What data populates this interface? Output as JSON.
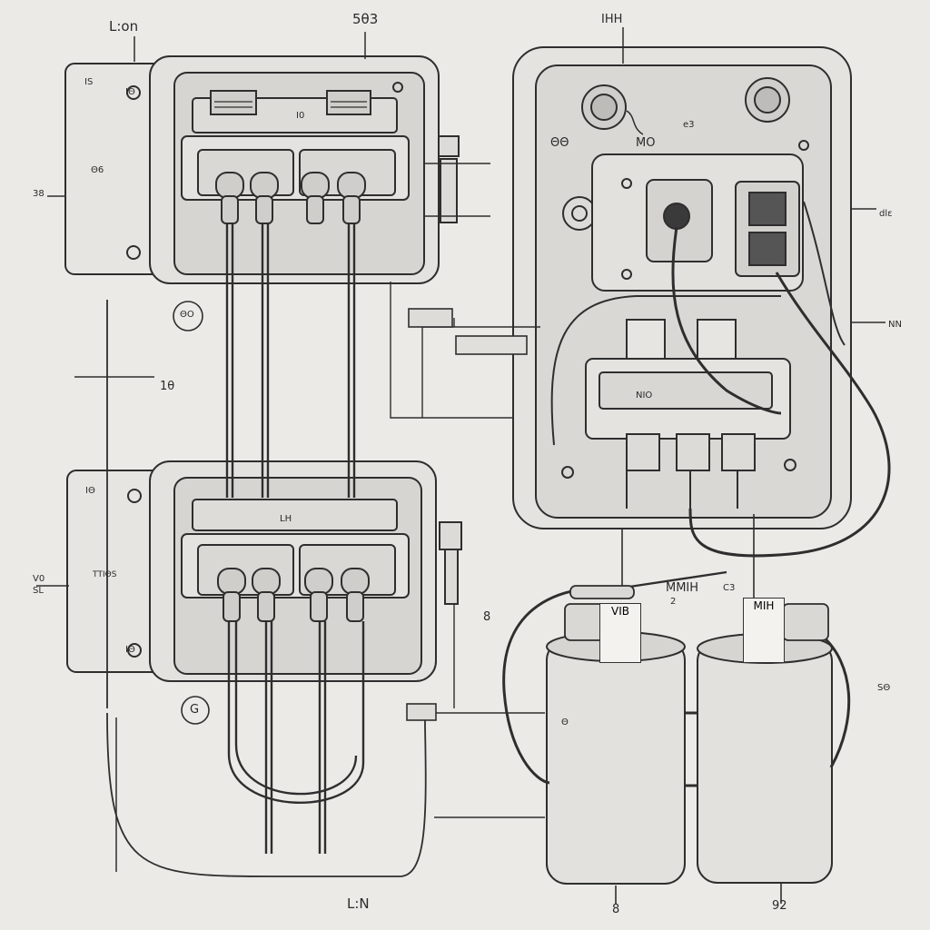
{
  "labels": {
    "top_left": "L:on",
    "top_center": "5θ3",
    "top_right": "ΙΗΗ",
    "bottom_center": "L:N",
    "bottom_cap_left": "8",
    "bottom_cap_right": "92",
    "left_upper": "38",
    "left_lower": "V0",
    "left_lower_2": "SL",
    "circle_upper": "ΘO",
    "circle_lower": "G",
    "mid_left": "1θ",
    "upper_tab_top": "ΙS",
    "upper_tab_bottom": "IΘ",
    "upper_side_mark": "Θ6",
    "lower_tab_top": "ΙΘ",
    "lower_tab_bottom": "IΘ",
    "lower_side_mark": "ΤΤΙΘS",
    "upper_box_center": "Ι0",
    "lower_box_center": "LΗ",
    "right_box_o0": "ΘΘ",
    "right_box_mo": "ΜΟ",
    "right_box_e3": "e3",
    "right_box_inner": "ΝΙΟ",
    "right_edge_upper": "dlε",
    "right_edge_mid": "ΝΝ",
    "middle_8": "8",
    "cap_label_mmih": "ΜΜΙΗ",
    "cap_label_2": "2",
    "cap_label_c3": "C3",
    "cap_left_sticker": "VΙΒ",
    "cap_right_sticker": "ΜΙΗ",
    "cap_left_body": "Θ",
    "right_far": "SΘ"
  }
}
